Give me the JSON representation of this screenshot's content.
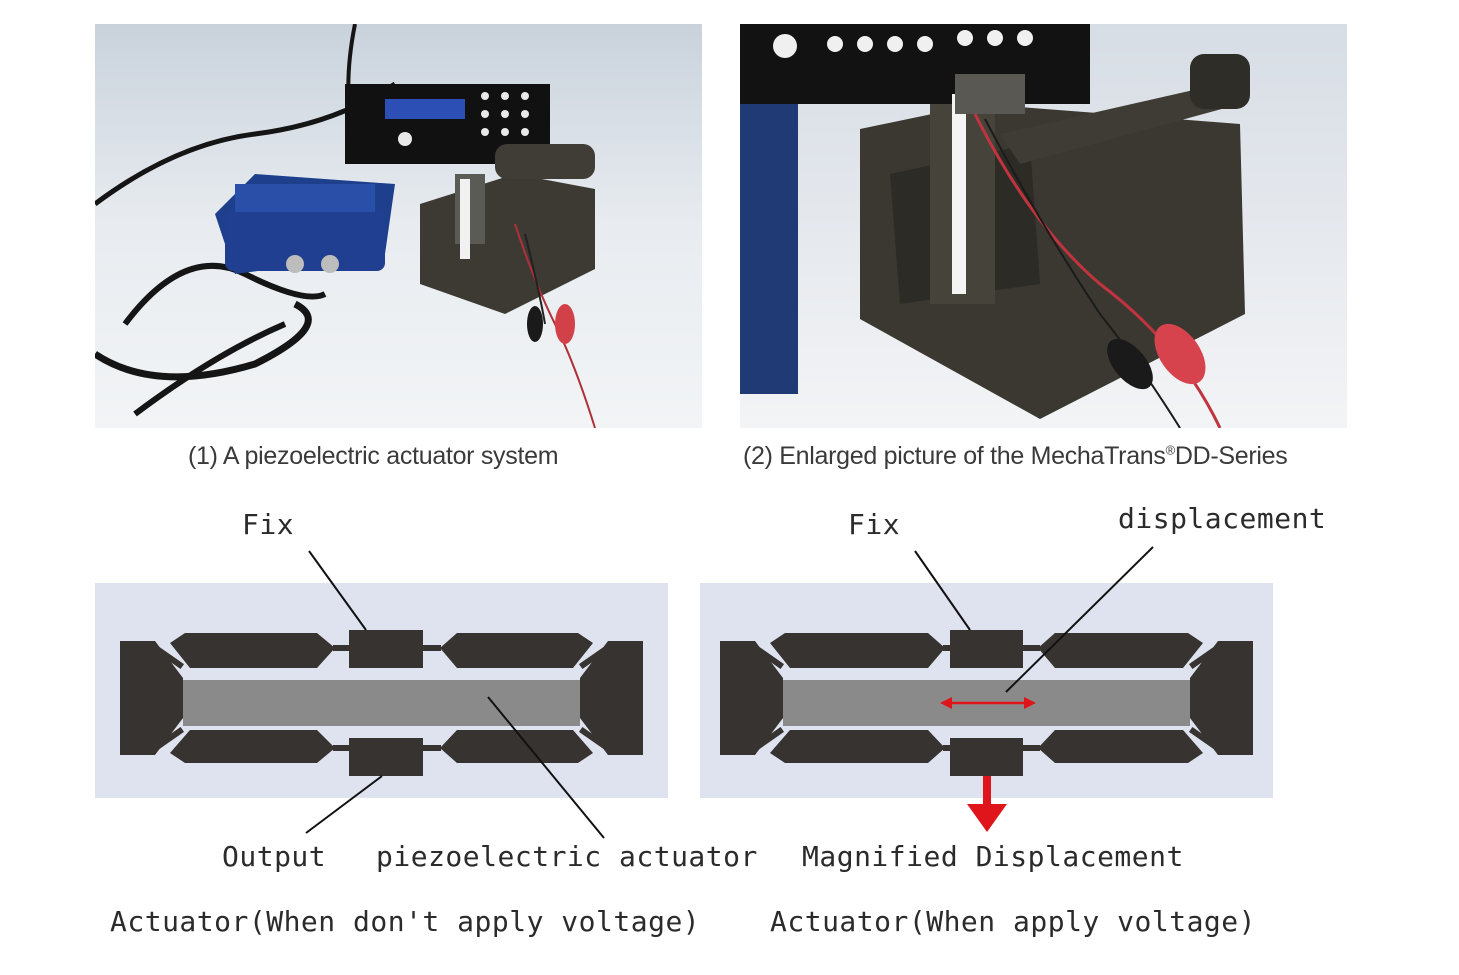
{
  "figures": {
    "photo1_caption": "(1) A piezoelectric actuator system",
    "photo2_caption_main": "(2) Enlarged picture of the MechaTrans",
    "photo2_caption_reg": "®",
    "photo2_caption_tail": "DD-Series"
  },
  "diagram_left": {
    "fix": "Fix",
    "output": "Output",
    "piezo": "piezoelectric actuator",
    "caption": "Actuator(When don't apply voltage)"
  },
  "diagram_right": {
    "fix": "Fix",
    "displacement": "displacement",
    "magnified": "Magnified Displacement",
    "caption": "Actuator(When apply voltage)"
  },
  "colors": {
    "diagram_bg": "#dfe2ef",
    "frame": "#363330",
    "actuator": "#8a8a8a",
    "arrow": "#e0151b"
  }
}
